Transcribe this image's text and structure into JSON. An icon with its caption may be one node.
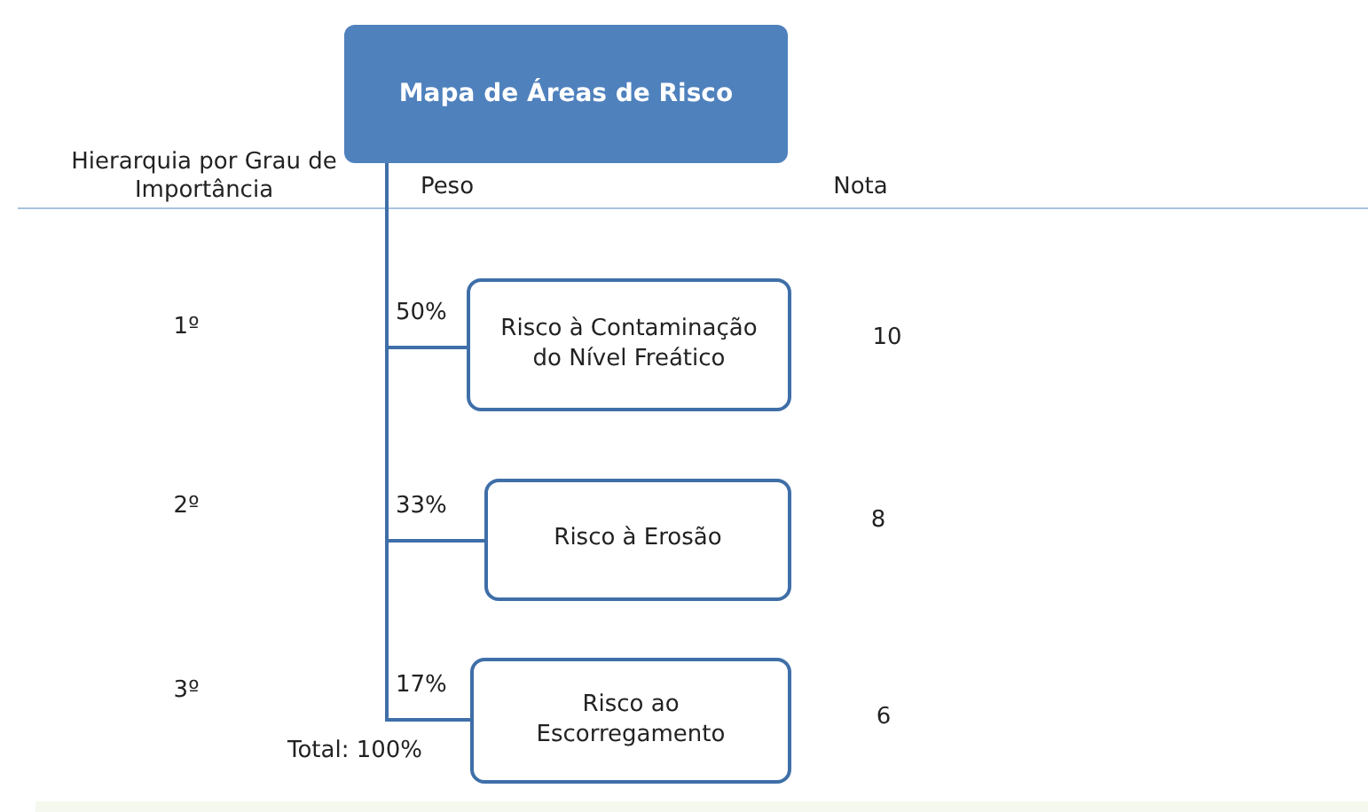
{
  "diagram": {
    "nodes": [
      {
        "text": [
          "Mapa de Áreas de Risco"
        ]
      },
      {
        "text": [
          "Risco à Contaminação do Nível Freático"
        ]
      },
      {
        "text": [
          "Risco à Erosão"
        ]
      },
      {
        "text": [
          "Risco ao Escorregamento"
        ]
      }
    ],
    "edges": [
      {
        "from": 0,
        "to": 1,
        "arrow": "none",
        "label": "50%"
      },
      {
        "from": 0,
        "to": 2,
        "arrow": "none",
        "label": "33%"
      },
      {
        "from": 0,
        "to": 3,
        "arrow": "none",
        "label": "17%"
      }
    ],
    "labels": [
      "Hierarquia por Grau de Importância",
      "Peso",
      "Nota",
      "1º",
      "10",
      "2º",
      "8",
      "3º",
      "6",
      "Total: 100%"
    ]
  }
}
